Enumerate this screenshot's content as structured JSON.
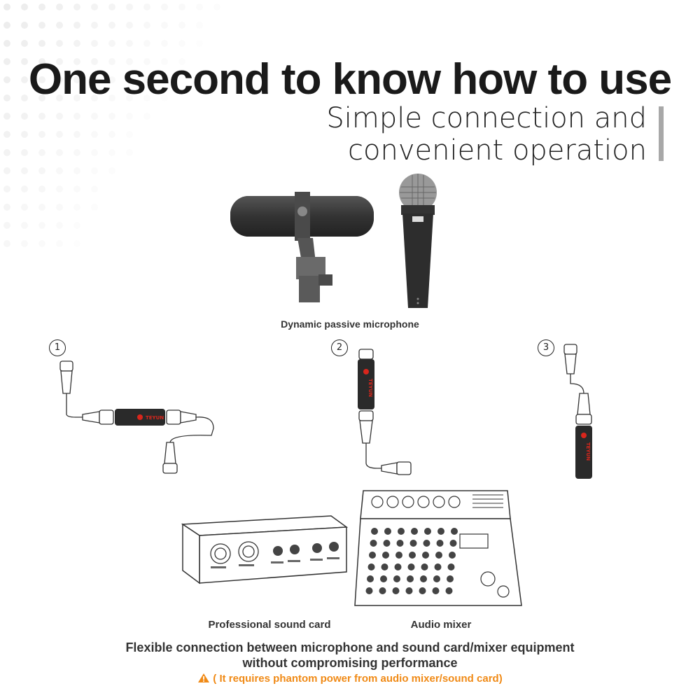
{
  "header": {
    "title": "One second to know how to use",
    "subtitle_lines": [
      "Simple connection and",
      "convenient operation"
    ]
  },
  "captions": {
    "microphone": "Dynamic passive microphone",
    "sound_card": "Professional sound card",
    "mixer": "Audio mixer"
  },
  "steps": [
    {
      "number": "1"
    },
    {
      "number": "2"
    },
    {
      "number": "3"
    }
  ],
  "device": {
    "brand": "TEYUN"
  },
  "description": {
    "line1": "Flexible connection between microphone and sound card/mixer equipment",
    "line2": "without compromising performance"
  },
  "warning": {
    "text": "( It requires phantom power from audio mixer/sound card)",
    "color": "#f08a16",
    "icon": "warning-triangle-icon"
  },
  "colors": {
    "accent_red": "#d9261c",
    "device_body": "#2a2a2a",
    "mic_body": "#3a3a3a"
  }
}
